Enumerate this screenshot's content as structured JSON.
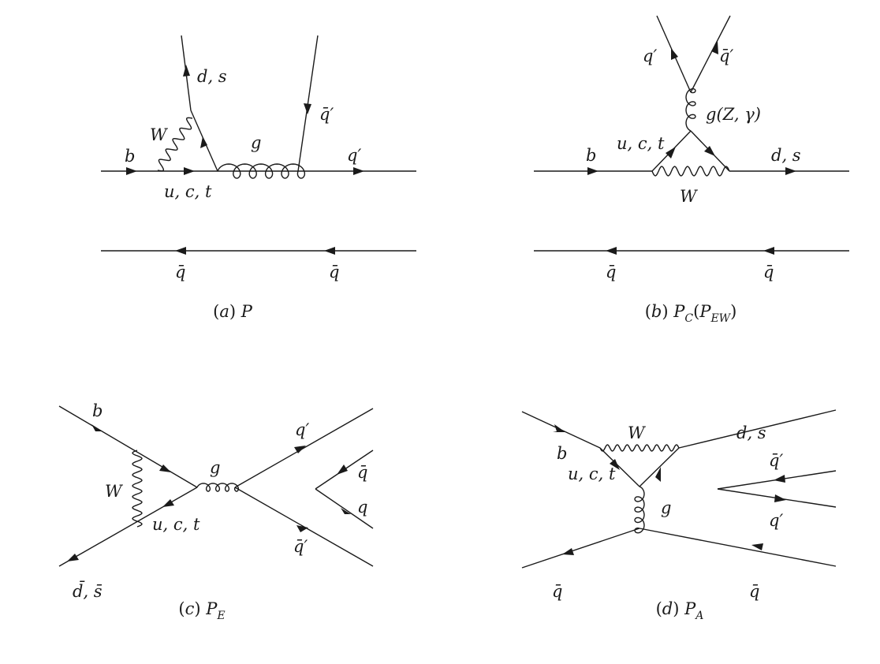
{
  "diagrams": {
    "a": {
      "caption": "(a) P",
      "labels": {
        "b": "b",
        "W": "W",
        "ds": "d, s",
        "uct": "u, c, t",
        "g": "g",
        "qbarprime": "q̄′",
        "qprime": "q′",
        "qbar_left": "q̄",
        "qbar_right": "q̄"
      }
    },
    "b": {
      "caption": "(b) P_C(P_EW)",
      "labels": {
        "qprime": "q′",
        "qbarprime": "q̄′",
        "gZgamma": "g(Z, γ)",
        "uct": "u, c, t",
        "b": "b",
        "ds": "d, s",
        "W": "W",
        "qbar_left": "q̄",
        "qbar_right": "q̄"
      }
    },
    "c": {
      "caption": "(c) P_E",
      "labels": {
        "b": "b",
        "W": "W",
        "g": "g",
        "qprime": "q′",
        "qbar": "q̄",
        "q": "q",
        "uct": "u, c, t",
        "qbarprime": "q̄′",
        "dbar_sbar": "d̄, s̄"
      }
    },
    "d": {
      "caption": "(d) P_A",
      "labels": {
        "W": "W",
        "ds": "d, s",
        "b": "b",
        "uct": "u, c, t",
        "qbarprime": "q̄′",
        "g": "g",
        "qprime": "q′",
        "qbar_left": "q̄",
        "qbar_right": "q̄"
      }
    }
  }
}
